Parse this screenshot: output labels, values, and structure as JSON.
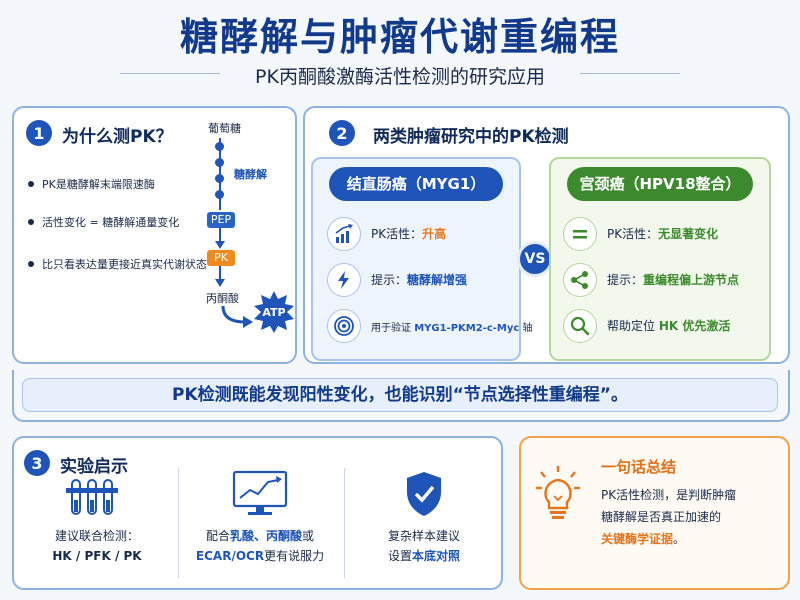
{
  "header": {
    "title": "糖酵解与肿瘤代谢重编程",
    "subtitle": "PK丙酮酸激酶活性检测的研究应用"
  },
  "section1": {
    "number": "1",
    "title": "为什么测PK？",
    "bullets": [
      "PK是糖酵解末端限速酶",
      "活性变化 = 糖酵解通量变化",
      "比只看表达量更接近真实代谢状态"
    ],
    "pathway": {
      "start": "葡萄糖",
      "label": "糖酵解",
      "pep": "PEP",
      "pk": "PK",
      "product": "丙酮酸",
      "atp": "ATP"
    }
  },
  "section2": {
    "number": "2",
    "title": "两类肿瘤研究中的PK检测",
    "left": {
      "header": "结直肠癌（MYG1）",
      "rows": [
        {
          "icon": "bar-chart-up-icon",
          "prefix": "PK活性：",
          "value": "升高"
        },
        {
          "icon": "lightning-icon",
          "prefix": "提示：",
          "value": "糖酵解增强"
        },
        {
          "icon": "target-icon",
          "prefix": "用于验证 ",
          "value": "MYG1-PKM2-c-Myc",
          "suffix": " 轴"
        }
      ]
    },
    "vs": "VS",
    "right": {
      "header": "宫颈癌（HPV18整合）",
      "rows": [
        {
          "icon": "equals-icon",
          "prefix": "PK活性：",
          "value": "无显著变化"
        },
        {
          "icon": "share-icon",
          "prefix": "提示：",
          "value": "重编程偏上游节点"
        },
        {
          "icon": "magnifier-icon",
          "prefix": "帮助定位 ",
          "value": "HK 优先激活"
        }
      ]
    },
    "banner": "PK检测既能发现阳性变化，也能识别“节点选择性重编程”。"
  },
  "section3": {
    "number": "3",
    "title": "实验启示",
    "columns": [
      {
        "icon": "test-tubes-icon",
        "line1": "建议联合检测：",
        "line2": "HK / PFK / PK"
      },
      {
        "icon": "monitor-chart-icon",
        "line1a": "配合",
        "line1b": "乳酸、丙酮酸",
        "line1c": "或",
        "line2a": "ECAR/OCR",
        "line2b": "更有说服力"
      },
      {
        "icon": "shield-check-icon",
        "line1": "复杂样本建议",
        "line2a": "设置",
        "line2b": "本底对照"
      }
    ]
  },
  "section4": {
    "title": "一句话总结",
    "line1": "PK活性检测，是判断肿瘤",
    "line2": "糖酵解是否真正加速的",
    "line3": "关键酶学证据",
    "line3_end": "。"
  },
  "colors": {
    "primary": "#1f55b8",
    "dark_navy": "#123a8a",
    "orange": "#e8741b",
    "green": "#3d8a2e"
  }
}
